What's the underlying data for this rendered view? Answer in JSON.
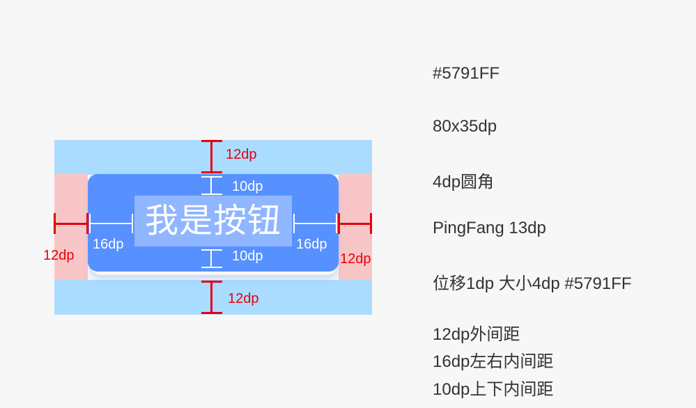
{
  "button": {
    "label": "我是按钮"
  },
  "annotations": {
    "margin_top": "12dp",
    "margin_bottom": "12dp",
    "margin_left": "12dp",
    "margin_right": "12dp",
    "padding_top": "10dp",
    "padding_bottom": "10dp",
    "padding_left": "16dp",
    "padding_right": "16dp"
  },
  "specs": [
    "#5791FF",
    "80x35dp",
    "4dp圆角",
    "PingFang 13dp",
    "位移1dp 大小4dp #5791FF",
    "12dp外间距",
    "16dp左右内间距",
    "10dp上下内间距"
  ],
  "colors": {
    "button": "#5791FF",
    "margin_vertical": "#AADCFF",
    "margin_horizontal": "#F8C6C6",
    "measure": "#E8000B",
    "background": "#F7F7F7"
  }
}
